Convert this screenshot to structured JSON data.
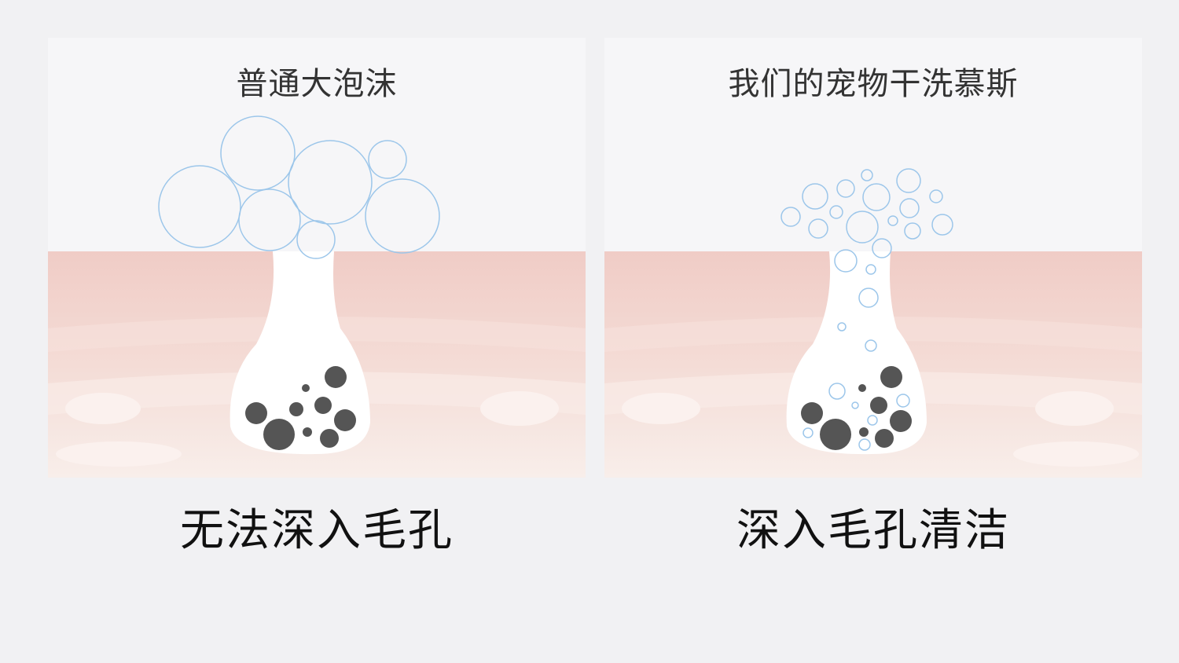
{
  "panels": [
    {
      "title": "普通大泡沫",
      "caption": "无法深入毛孔",
      "foam": "large-bubbles"
    },
    {
      "title": "我们的宠物干洗慕斯",
      "caption": "深入毛孔清洁",
      "foam": "fine-bubbles"
    }
  ],
  "colors": {
    "background": "#f1f1f3",
    "panel_top": "#f6f6f8",
    "skin_top": "#f1cfca",
    "skin_bottom": "#f7ece8",
    "bubble_stroke": "#9cc6ea",
    "dirt": "#555555"
  }
}
